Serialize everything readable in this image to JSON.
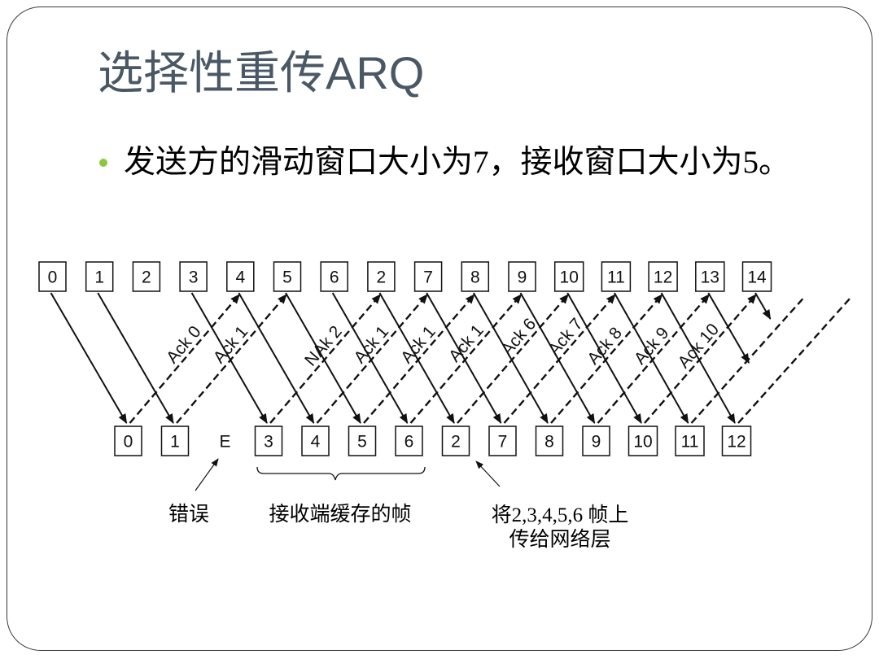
{
  "slide": {
    "title": "选择性重传ARQ",
    "bullet": "发送方的滑动窗口大小为7，接收窗口大小为5。",
    "colors": {
      "title": "#4a5866",
      "bullet_dot": "#8dc63f",
      "border": "#3a3a3a"
    }
  },
  "diagram": {
    "sender_frames": [
      "0",
      "1",
      "2",
      "3",
      "4",
      "5",
      "6",
      "2",
      "7",
      "8",
      "9",
      "10",
      "11",
      "12",
      "13",
      "14"
    ],
    "receiver_frames": [
      "0",
      "1",
      "E",
      "3",
      "4",
      "5",
      "6",
      "2",
      "7",
      "8",
      "9",
      "10",
      "11",
      "12"
    ],
    "acks": [
      "Ack 0",
      "Ack 1",
      "NAk 2",
      "Ack 1",
      "Ack 1",
      "Ack 1",
      "Ack 6",
      "Ack 7",
      "Ack 8",
      "Ack 9",
      "Ack 10"
    ],
    "annotations": {
      "error": "错误",
      "buffered": "接收端缓存的帧",
      "deliver_line1": "将2,3,4,5,6 帧上",
      "deliver_line2": "传给网络层"
    }
  }
}
